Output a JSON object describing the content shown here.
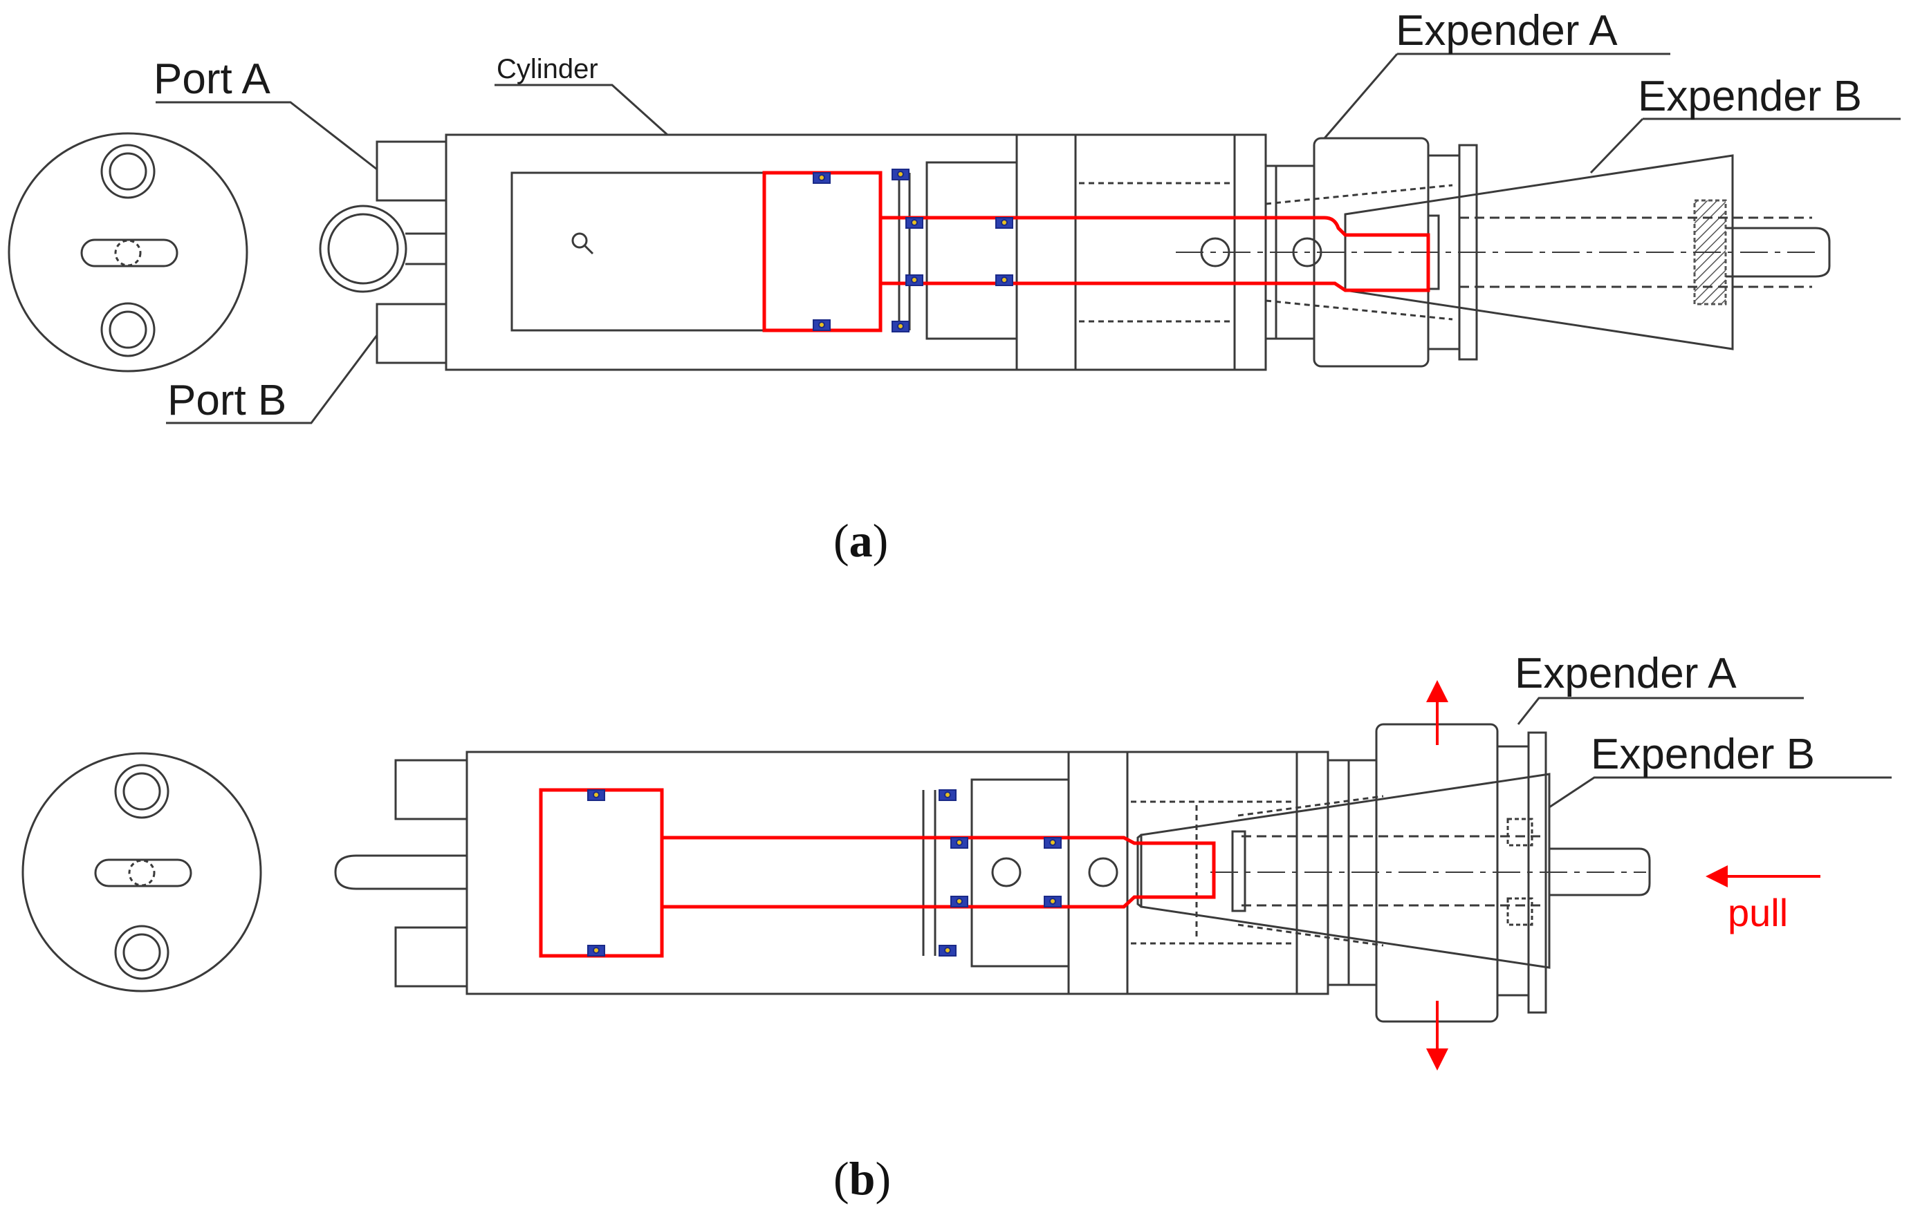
{
  "panel_a": {
    "labels": {
      "port_a": "Port A",
      "port_b": "Port B",
      "cylinder": "Cylinder",
      "expender_a": "Expender A",
      "expender_b": "Expender B"
    },
    "caption": {
      "open": "(",
      "letter": "a",
      "close": ")"
    }
  },
  "panel_b": {
    "labels": {
      "expender_a": "Expender A",
      "expender_b": "Expender B",
      "pull": "pull"
    },
    "caption": {
      "open": "(",
      "letter": "b",
      "close": ")"
    }
  },
  "colors": {
    "outline": "#3a3a3a",
    "piston": "#ff0000",
    "seal_fill": "#2b3fb0",
    "seal_core": "#e8c020",
    "arrow": "#ff0000"
  }
}
